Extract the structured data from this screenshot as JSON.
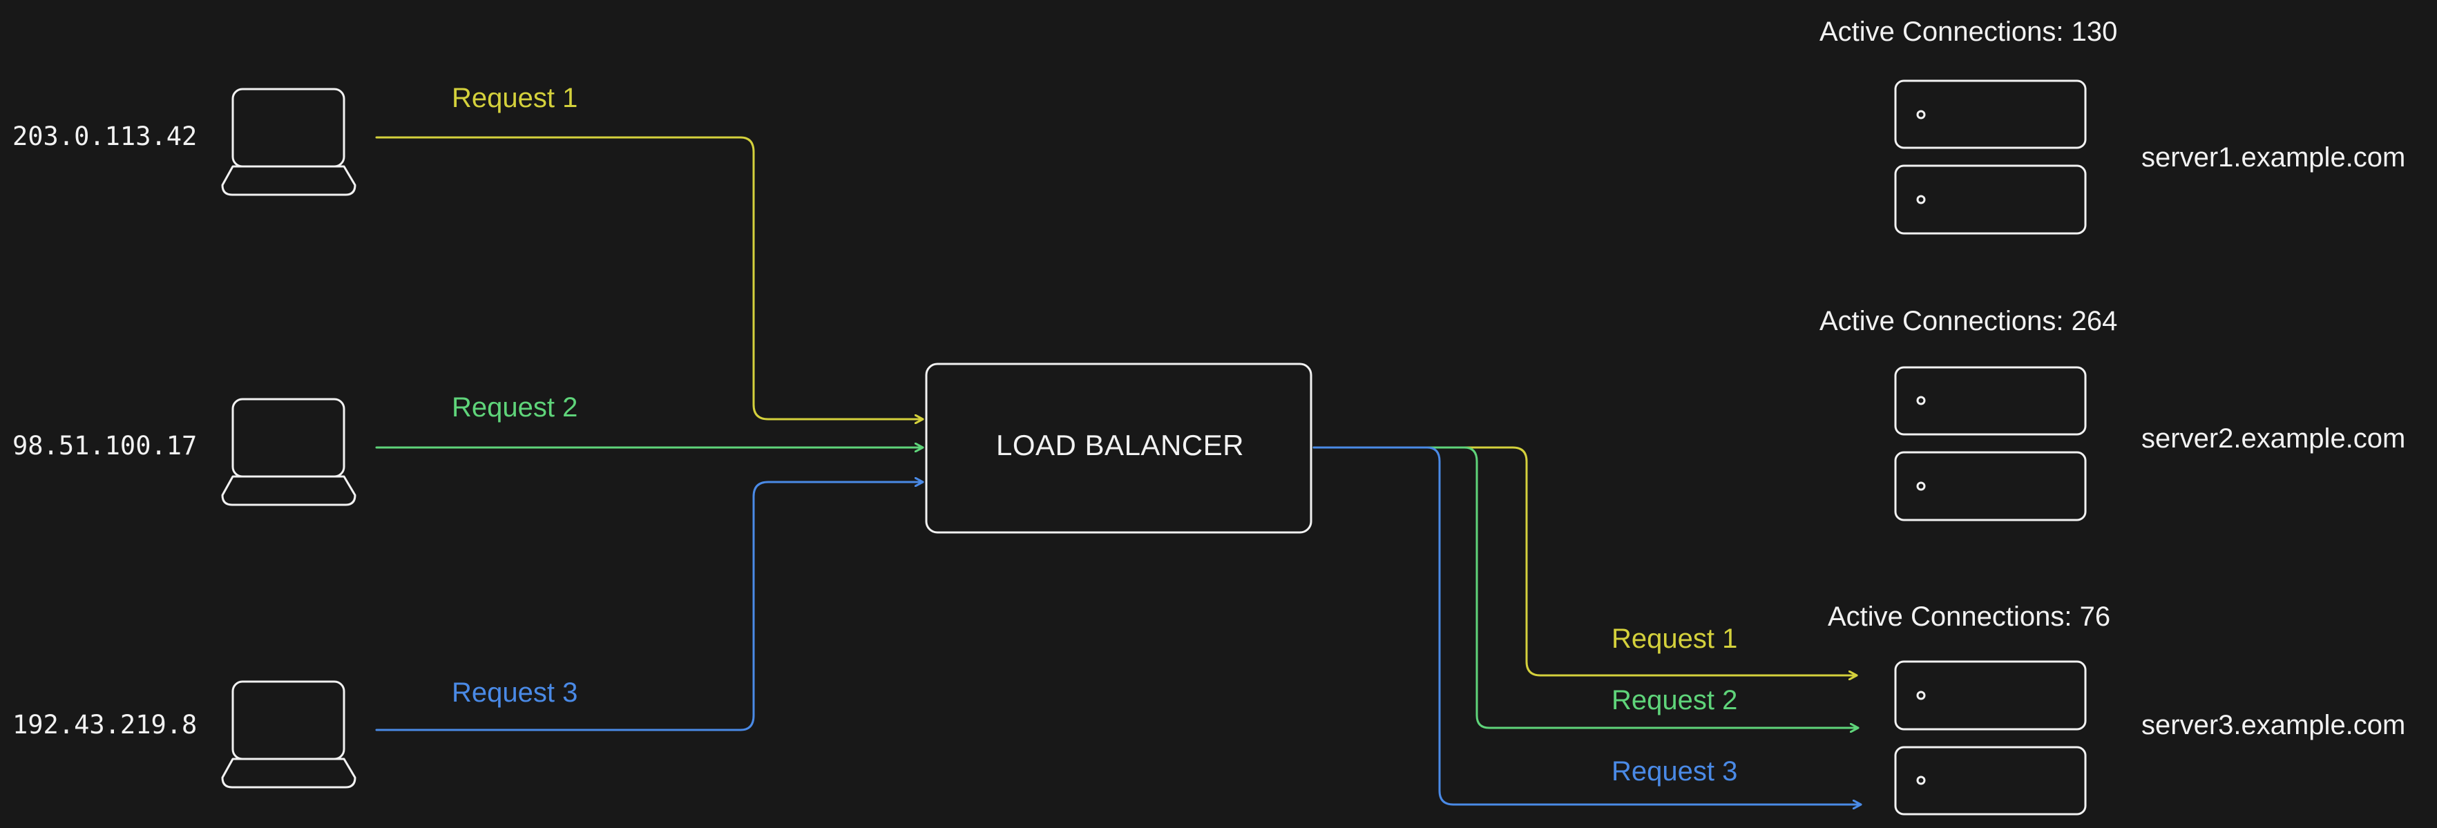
{
  "colors": {
    "background": "#181818",
    "req1": "#d4d13c",
    "req2": "#5fd47a",
    "req3": "#4a8ae6",
    "outline": "#f2f2f2"
  },
  "clients": [
    {
      "ip": "203.0.113.42",
      "icon": "laptop-icon"
    },
    {
      "ip": "98.51.100.17",
      "icon": "laptop-icon"
    },
    {
      "ip": "192.43.219.8",
      "icon": "laptop-icon"
    }
  ],
  "incoming_requests": [
    {
      "label": "Request 1"
    },
    {
      "label": "Request 2"
    },
    {
      "label": "Request 3"
    }
  ],
  "load_balancer": {
    "label": "LOAD BALANCER"
  },
  "outgoing_requests": [
    {
      "label": "Request 1"
    },
    {
      "label": "Request 2"
    },
    {
      "label": "Request 3"
    }
  ],
  "servers": [
    {
      "connections": "Active Connections: 130",
      "host": "server1.example.com",
      "icon": "server-icon"
    },
    {
      "connections": "Active Connections: 264",
      "host": "server2.example.com",
      "icon": "server-icon"
    },
    {
      "connections": "Active Connections: 76",
      "host": "server3.example.com",
      "icon": "server-icon"
    }
  ]
}
